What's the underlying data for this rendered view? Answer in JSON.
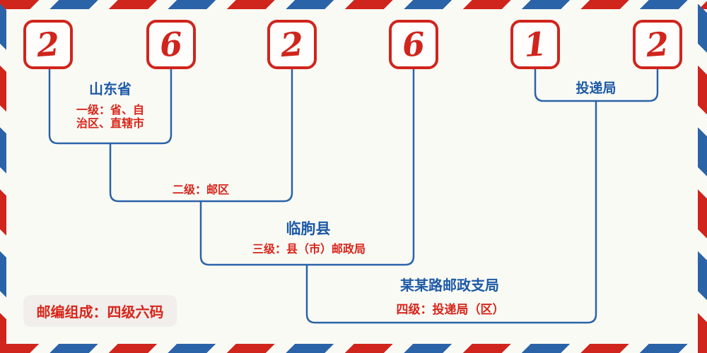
{
  "postal_code": {
    "digits": [
      "2",
      "6",
      "2",
      "6",
      "1",
      "2"
    ]
  },
  "levels": {
    "level1": {
      "place": "山东省",
      "desc_line1": "一级：省、自",
      "desc_line2": "治区、直辖市"
    },
    "level2": {
      "desc": "二级：邮区"
    },
    "level3": {
      "place": "临朐县",
      "desc": "三级：县（市）邮政局"
    },
    "level4": {
      "place": "某某路邮政支局",
      "desc": "四级：投递局（区）"
    },
    "delivery_office": {
      "label": "投递局"
    }
  },
  "badge": {
    "text": "邮编组成：四级六码"
  },
  "colors": {
    "stripe_red": "#d0251c",
    "stripe_blue": "#2b63a8",
    "line_blue": "#2b63a8",
    "text_blue": "#1d5aa6",
    "text_red": "#d8251a",
    "background": "#fafaf5",
    "badge_background": "#f1eeeb"
  }
}
